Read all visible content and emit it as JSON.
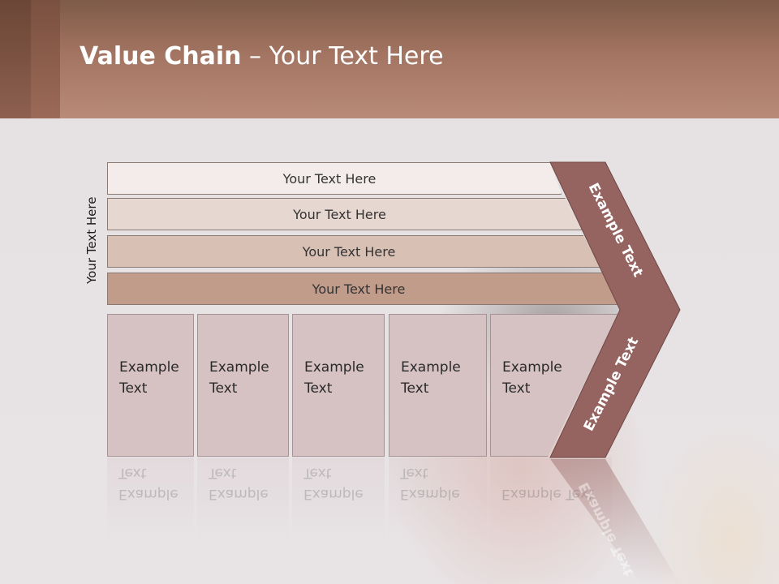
{
  "slide": {
    "title_bold": "Value Chain",
    "title_rest": " – Your Text Here",
    "side_label": "Your Text Here",
    "bars": [
      {
        "label": "Your Text Here",
        "fill": "#f4ecea"
      },
      {
        "label": "Your Text Here",
        "fill": "#e7d7d1"
      },
      {
        "label": "Your Text Here",
        "fill": "#d9c0b5"
      },
      {
        "label": "Your Text Here",
        "fill": "#c19c8a"
      }
    ],
    "boxes": [
      {
        "line1": "Example",
        "line2": "Text"
      },
      {
        "line1": "Example",
        "line2": "Text"
      },
      {
        "line1": "Example",
        "line2": "Text"
      },
      {
        "line1": "Example",
        "line2": "Text"
      },
      {
        "line1": "Example",
        "line2": "Text"
      }
    ],
    "chevron_top": "Example Text",
    "chevron_bottom": "Example Text",
    "colors": {
      "chevron": "#956360",
      "header": "#a27461",
      "box": "#d6c1c3"
    }
  }
}
